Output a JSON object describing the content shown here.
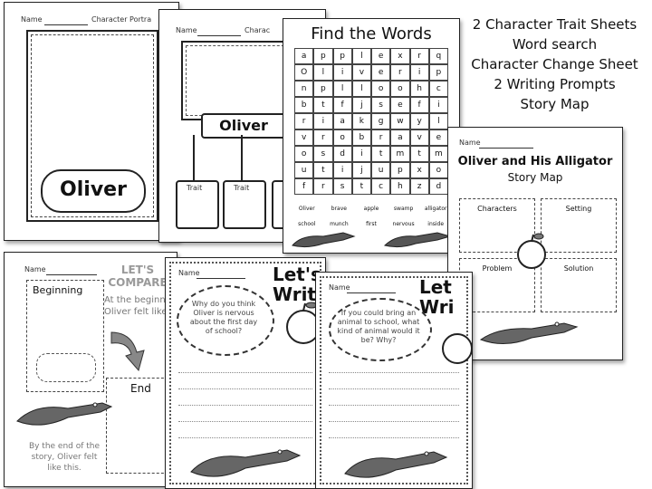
{
  "info_list": [
    "2 Character Trait Sheets",
    "Word search",
    "Character Change Sheet",
    "2 Writing Prompts",
    "Story Map"
  ],
  "portrait": {
    "name_label": "Name",
    "header": "Character Portra",
    "character": "Oliver"
  },
  "traits": {
    "name_label": "Name",
    "header": "Charac",
    "character": "Oliver",
    "trait_label": "Trait"
  },
  "wordsearch": {
    "title": "Find the Words",
    "rows": [
      [
        "a",
        "p",
        "p",
        "l",
        "e",
        "x",
        "r",
        "q"
      ],
      [
        "O",
        "l",
        "i",
        "v",
        "e",
        "r",
        "i",
        "p"
      ],
      [
        "n",
        "p",
        "l",
        "l",
        "o",
        "o",
        "h",
        "c"
      ],
      [
        "b",
        "t",
        "f",
        "j",
        "s",
        "e",
        "f",
        "i"
      ],
      [
        "r",
        "i",
        "a",
        "k",
        "g",
        "w",
        "y",
        "l"
      ],
      [
        "v",
        "r",
        "o",
        "b",
        "r",
        "a",
        "v",
        "e"
      ],
      [
        "o",
        "s",
        "d",
        "i",
        "t",
        "m",
        "t",
        "m"
      ],
      [
        "u",
        "t",
        "i",
        "j",
        "u",
        "p",
        "x",
        "o"
      ],
      [
        "f",
        "r",
        "s",
        "t",
        "c",
        "h",
        "z",
        "d"
      ]
    ],
    "words": [
      "Oliver",
      "brave",
      "apple",
      "swamp",
      "alligator",
      "school",
      "munch",
      "first",
      "nervous",
      "inside"
    ]
  },
  "storymap": {
    "name_label": "Name",
    "title": "Oliver and His Alligator",
    "subtitle": "Story Map",
    "boxes": [
      "Characters",
      "Setting",
      "Problem",
      "Solution"
    ]
  },
  "compare": {
    "name_label": "Name",
    "heading": "LET'S COMPARE",
    "beginning_label": "Beginning",
    "beginning_text": "At the beginn Oliver felt like",
    "end_label": "End",
    "end_text": "By the end of the story, Oliver felt like this."
  },
  "write1": {
    "name_label": "Name",
    "heading_line1": "Let's",
    "heading_line2": "Writ",
    "prompt": "Why do you think Oliver is nervous about the first day of school?"
  },
  "write2": {
    "name_label": "Name",
    "heading_line1": "Let",
    "heading_line2": "Wri",
    "prompt": "If you could bring an animal to school, what kind of animal would it be? Why?"
  }
}
